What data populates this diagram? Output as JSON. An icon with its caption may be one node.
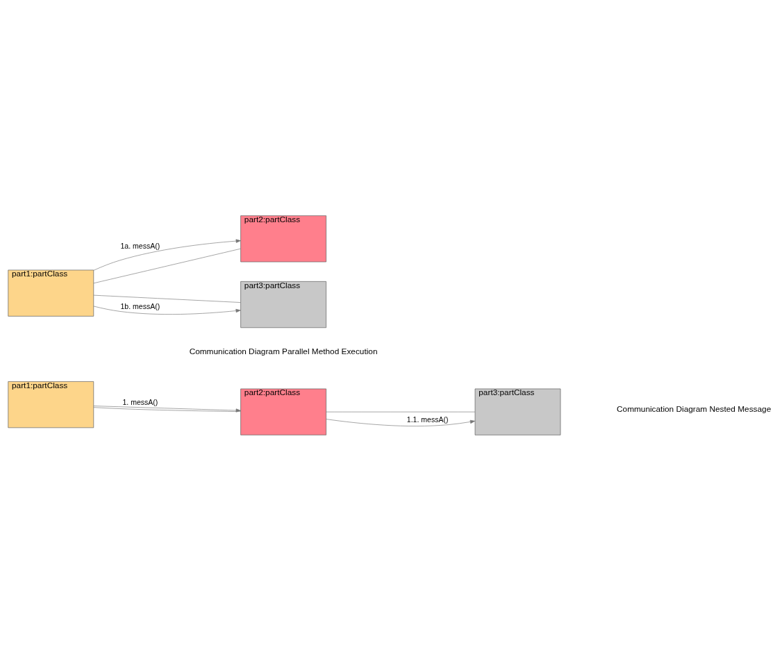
{
  "diagram": {
    "nodes": [
      {
        "text": [
          "part1:partClass"
        ]
      },
      {
        "text": [
          "part2:partClass"
        ]
      },
      {
        "text": [
          "part3:partClass"
        ]
      },
      {
        "text": [
          "part2:partClass"
        ]
      },
      {
        "text": [
          "part1:partClass"
        ]
      },
      {
        "text": [
          "part3:partClass"
        ]
      }
    ],
    "edges": [
      {
        "from": 0,
        "to": 1,
        "arrow": "to",
        "label": "1. messA()"
      },
      {
        "from": 0,
        "to": 1,
        "arrow": "none"
      },
      {
        "from": 1,
        "to": 2,
        "arrow": "none"
      },
      {
        "from": 1,
        "to": 2,
        "arrow": "to",
        "label": "1.1. messA()"
      },
      {
        "from": 4,
        "to": 3,
        "arrow": "to",
        "label": "1a. messA()"
      },
      {
        "from": 4,
        "to": 3,
        "arrow": "none"
      },
      {
        "from": 4,
        "to": 5,
        "arrow": "none"
      },
      {
        "from": 4,
        "to": 5,
        "arrow": "to",
        "label": "1b. messA()"
      }
    ],
    "labels": [
      "Communication Diagram Nested Message",
      "Communication Diagram Parallel Method Execution"
    ]
  }
}
